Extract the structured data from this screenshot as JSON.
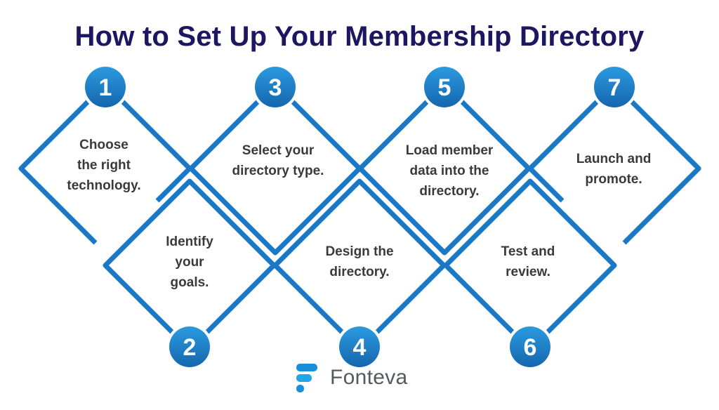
{
  "title": "How to Set Up Your Membership Directory",
  "colors": {
    "title": "#1d1660",
    "accent": "#1a79c7",
    "accent_light": "#2b9ae0",
    "text": "#3a3a3a",
    "brand_text": "#565a5f"
  },
  "steps": [
    {
      "number": "1",
      "label": "Choose\nthe right\ntechnology."
    },
    {
      "number": "2",
      "label": "Identify\nyour\ngoals."
    },
    {
      "number": "3",
      "label": "Select your\ndirectory type."
    },
    {
      "number": "4",
      "label": "Design the\ndirectory."
    },
    {
      "number": "5",
      "label": "Load member\ndata into the\ndirectory."
    },
    {
      "number": "6",
      "label": "Test and\nreview."
    },
    {
      "number": "7",
      "label": "Launch and\npromote."
    }
  ],
  "brand": {
    "name": "Fonteva",
    "icon": "fonteva-logo-icon"
  }
}
